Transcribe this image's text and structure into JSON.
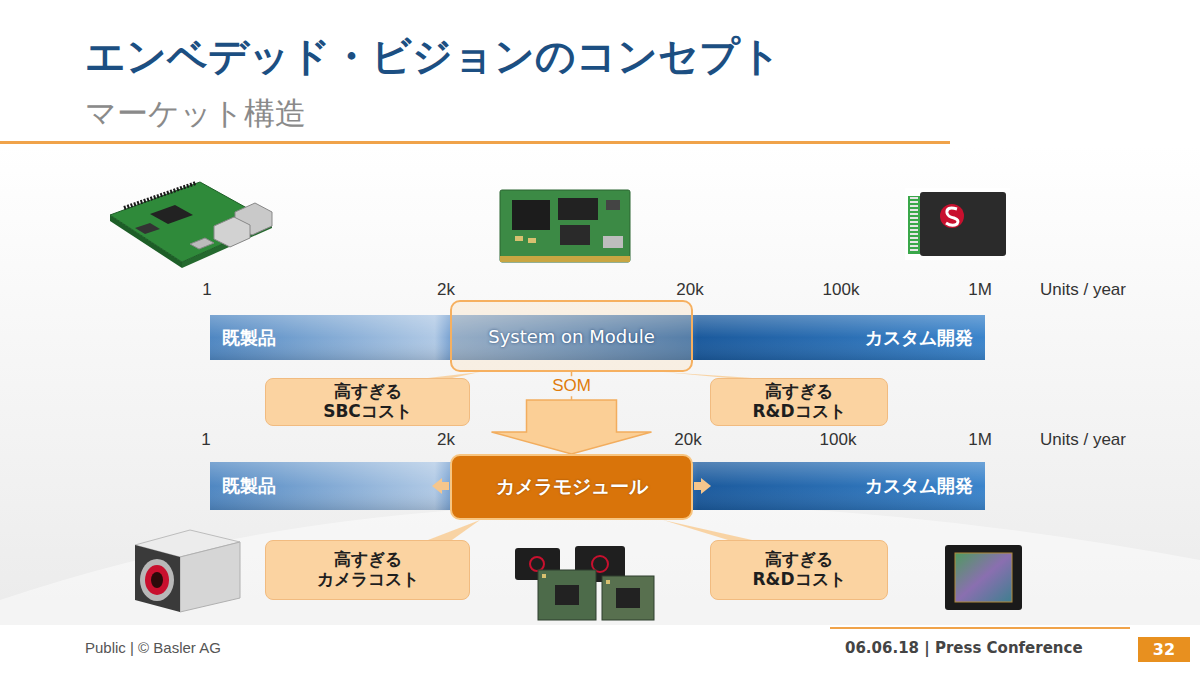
{
  "diagram": {
    "title": "エンベデッド・ビジョンのコンセプト",
    "nodes": [
      {
        "text": [
          "既製品",
          "カスタム開発"
        ]
      },
      {
        "text": [
          "System on Module"
        ],
        "in": 0
      },
      {
        "text": [
          "高すぎる SBCコスト"
        ]
      },
      {
        "text": [
          "高すぎる R&Dコスト"
        ]
      },
      {
        "text": [
          "既製品",
          "カスタム開発"
        ]
      },
      {
        "text": [
          "カメラモジュール"
        ],
        "in": 4
      },
      {
        "text": [
          "高すぎる カメラコスト"
        ]
      },
      {
        "text": [
          "高すぎる R&Dコスト"
        ]
      },
      {
        "text": [
          "32"
        ]
      }
    ],
    "edges": [
      {
        "from": 2,
        "to": 1,
        "arrow": "none"
      },
      {
        "from": 3,
        "to": 1,
        "arrow": "none"
      },
      {
        "from": 1,
        "to": 5,
        "label": "SOM",
        "arrow": "to"
      },
      {
        "from": 6,
        "to": 5,
        "arrow": "none"
      },
      {
        "from": 7,
        "to": 5,
        "arrow": "none"
      }
    ],
    "labels": [
      "マーケット構造",
      "1",
      "2k",
      "20k",
      "100k",
      "1M",
      "Units / year",
      "1",
      "2k",
      "20k",
      "100k",
      "1M",
      "Units / year",
      "Public | © Basler AG",
      "06.06.18 | Press Conference"
    ]
  }
}
